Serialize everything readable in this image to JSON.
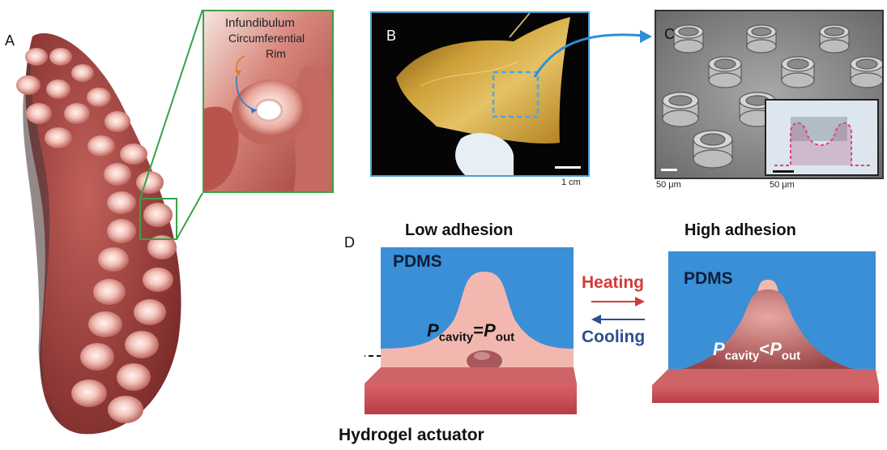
{
  "panels": {
    "a": {
      "letter": "A",
      "callout": {
        "line1": "Infundibulum",
        "line2": "Circumferential",
        "line3": "Rim"
      }
    },
    "b": {
      "letter": "B",
      "scale": "1 cm"
    },
    "c": {
      "letter": "C",
      "scale_main": "50 μm",
      "scale_inset": "50 μm"
    },
    "d": {
      "letter": "D",
      "left_title": "Low adhesion",
      "right_title": "High adhesion",
      "left_material": "PDMS",
      "right_material": "PDMS",
      "heating": "Heating",
      "cooling": "Cooling",
      "eq_left": {
        "p": "P",
        "sub1": "cavity",
        "op": "=",
        "p2": "P",
        "sub2": "out"
      },
      "eq_right": {
        "p": "P",
        "sub1": "cavity",
        "op": "<",
        "p2": "P",
        "sub2": "out"
      },
      "actuator_label": "Hydrogel actuator"
    }
  },
  "colors": {
    "pdms_blue": "#3b8fd6",
    "pink": "#f2b8b0",
    "hydrogel": "#c4484f",
    "green_frame": "#3aa245",
    "blue_frame": "#4a9fd4",
    "heating_red": "#d23a3a",
    "cooling_blue": "#2c4f8f"
  }
}
